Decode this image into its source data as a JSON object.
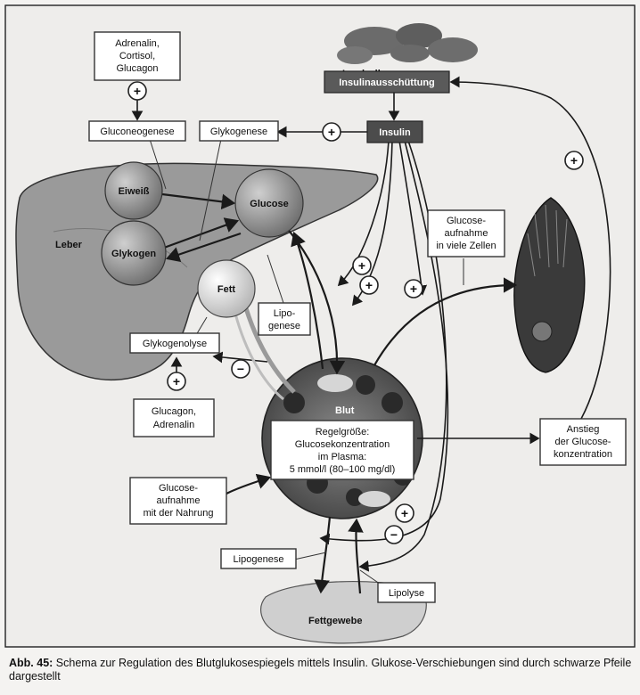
{
  "labels": {
    "adrenalin_cortisol_glucagon": [
      "Adrenalin,",
      "Cortisol,",
      "Glucagon"
    ],
    "gluconeogenese": "Gluconeogenese",
    "glykogenese": "Glykogenese",
    "inselzellen": "Inselzellen",
    "insulinausschuettung": "Insulinausschüttung",
    "insulin": "Insulin",
    "eiweiss": "Eiweiß",
    "glucose": "Glucose",
    "leber": "Leber",
    "glykogen": "Glykogen",
    "fett": "Fett",
    "lipogenese_small": [
      "Lipo-",
      "genese"
    ],
    "glucoseaufnahme_zellen": [
      "Glucose-",
      "aufnahme",
      "in viele Zellen"
    ],
    "glykogenolyse": "Glykogenolyse",
    "glucagon_adrenalin": [
      "Glucagon,",
      "Adrenalin"
    ],
    "blut": "Blut",
    "regelgroesse": [
      "Regelgröße:",
      "Glucosekonzentration",
      "im Plasma:",
      "5 mmol/l (80–100 mg/dl)"
    ],
    "glucoseaufnahme_nahrung": [
      "Glucose-",
      "aufnahme",
      "mit der Nahrung"
    ],
    "anstieg": [
      "Anstieg",
      "der Glucose-",
      "konzentration"
    ],
    "lipogenese": "Lipogenese",
    "lipolyse": "Lipolyse",
    "fettgewebe": "Fettgewebe",
    "plus": "+",
    "minus": "−"
  },
  "caption": {
    "label": "Abb. 45:",
    "text": " Schema zur Regulation des Blutglukosespiegels mittels Insulin. Glukose-Verschiebungen sind durch schwarze Pfeile dargestellt"
  }
}
